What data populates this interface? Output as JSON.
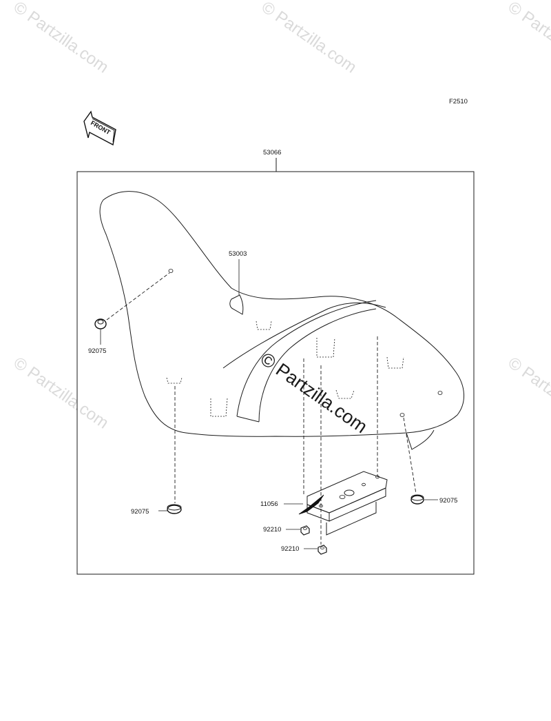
{
  "diagram_code": "F2510",
  "front_arrow_label": "FRONT",
  "watermark": {
    "text": "© Partzilla.com",
    "center_text": "© Partzilla.com"
  },
  "parts": {
    "assembly": "53066",
    "seat_cover": "53003",
    "damper_front": "92075",
    "damper_rear_left": "92075",
    "damper_rear_right": "92075",
    "bracket": "11056",
    "nut_upper": "92210",
    "nut_lower": "92210"
  }
}
